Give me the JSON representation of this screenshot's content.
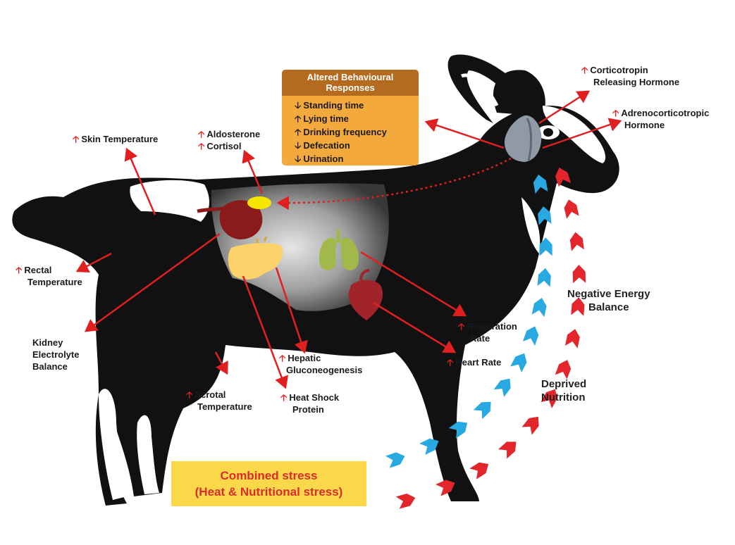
{
  "behaviour_box": {
    "title_line1": "Altered Behavioural",
    "title_line2": "Responses",
    "items": [
      {
        "dir": "down",
        "text": "Standing time"
      },
      {
        "dir": "up",
        "text": "Lying time"
      },
      {
        "dir": "up",
        "text": "Drinking frequency"
      },
      {
        "dir": "down",
        "text": "Defecation"
      },
      {
        "dir": "down",
        "text": "Urination"
      }
    ]
  },
  "labels": {
    "skin_temperature": "Skin Temperature",
    "aldosterone": "Aldosterone",
    "cortisol": "Cortisol",
    "rectal_line1": "Rectal",
    "rectal_line2": "Temperature",
    "kidney_line1": "Kidney",
    "kidney_line2": "Electrolyte",
    "kidney_line3": "Balance",
    "hepatic_line1": "Hepatic",
    "hepatic_line2": "Gluconeogenesis",
    "heat_shock_line1": "Heat Shock",
    "heat_shock_line2": "Protein",
    "scrotal_line1": "Scrotal",
    "scrotal_line2": "Temperature",
    "respiration_line1": "Respiration",
    "respiration_line2": "Rate",
    "heart_rate": "Heart Rate",
    "crh_line1": "Corticotropin",
    "crh_line2": "Releasing Hormone",
    "acth_line1": "Adrenocorticotropic",
    "acth_line2": "Hormone",
    "neg_energy_line1": "Negative Energy",
    "neg_energy_line2": "Balance",
    "deprived_line1": "Deprived",
    "deprived_line2": "Nutrition"
  },
  "arrow_glyphs": {
    "up": "🡡",
    "down": "🡣"
  },
  "stress_box": {
    "line1": "Combined stress",
    "line2": "(Heat & Nutritional stress)"
  },
  "colors": {
    "goat": "#111111",
    "goat_white": "#ffffff",
    "arrow_red": "#e02020",
    "chevron_blue": "#29a9e1",
    "chevron_red": "#e3262b",
    "box_orange": "#f4a93c",
    "box_header": "#b46a1f",
    "stress_yellow": "#fbd84a",
    "stress_text": "#d92c2c",
    "kidney": "#8b1a1a",
    "adrenal": "#f7e600",
    "liver": "#fdd26a",
    "lungs": "#a3b84a",
    "heart": "#a0242a",
    "brain": "#8f9aa6"
  }
}
